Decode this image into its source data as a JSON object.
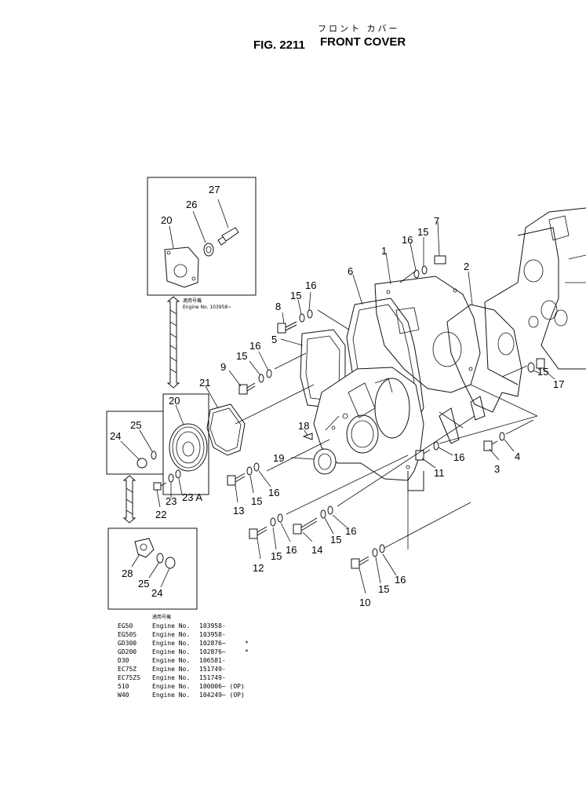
{
  "header": {
    "title_jp": "フロント カバー",
    "fig_label": "FIG. 2211",
    "title_en": "FRONT COVER"
  },
  "inset_top": {
    "note_jp": "適用号機",
    "note": "Engine No. 103958~"
  },
  "callouts": {
    "c1": "1",
    "c2": "2",
    "c3": "3",
    "c4": "4",
    "c5": "5",
    "c6": "6",
    "c7": "7",
    "c8": "8",
    "c9": "9",
    "c10": "10",
    "c11": "11",
    "c12": "12",
    "c13": "13",
    "c14": "14",
    "c15": "15",
    "c16": "16",
    "c17": "17",
    "c18": "18",
    "c19": "19",
    "c20": "20",
    "c21": "21",
    "c22": "22",
    "c23": "23",
    "c23a": "23 A",
    "c24": "24",
    "c25": "25",
    "c26": "26",
    "c27": "27",
    "c28": "28"
  },
  "applicability": {
    "heading_jp": "適用号機",
    "rows": [
      {
        "model": "EG50",
        "engine": "Engine No.",
        "serial": "103958-",
        "note": ""
      },
      {
        "model": "EG50S",
        "engine": "Engine No.",
        "serial": "103958-",
        "note": ""
      },
      {
        "model": "GD300",
        "engine": "Engine No.",
        "serial": "102876~",
        "note": "*"
      },
      {
        "model": "GD200",
        "engine": "Engine No.",
        "serial": "102876~",
        "note": "*"
      },
      {
        "model": "D30",
        "engine": "Engine No.",
        "serial": "106581-",
        "note": ""
      },
      {
        "model": "EC75Z",
        "engine": "Engine No.",
        "serial": "151749-",
        "note": ""
      },
      {
        "model": "EC75ZS",
        "engine": "Engine No.",
        "serial": "151749-",
        "note": ""
      },
      {
        "model": "510",
        "engine": "Engine No.",
        "serial": "100006~ (OP)",
        "note": ""
      },
      {
        "model": "W40",
        "engine": "Engine No.",
        "serial": "104249~ (OP)",
        "note": ""
      }
    ]
  },
  "colors": {
    "ink": "#111111",
    "paper": "#ffffff"
  }
}
